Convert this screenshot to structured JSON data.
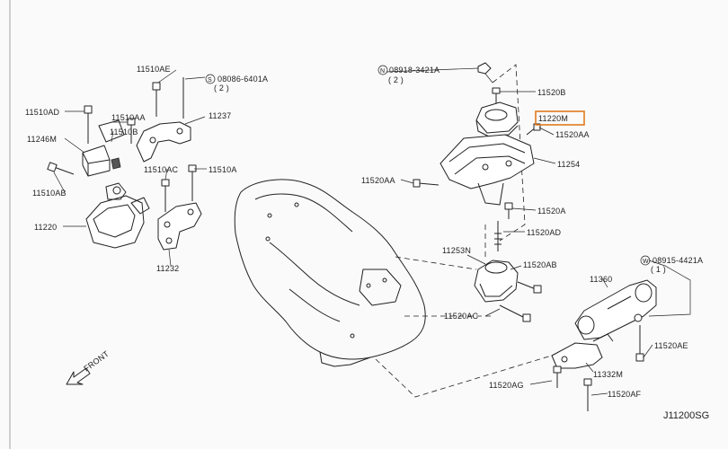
{
  "diagram": {
    "code": "J11200SG",
    "front_label": "FRONT",
    "highlight_color": "#e07a1e",
    "labels": {
      "p11510AE": "11510AE",
      "p08086": "08086-6401A",
      "p08086_qty": "( 2 )",
      "p11510AD": "11510AD",
      "p11510AA": "11510AA",
      "p11237": "11237",
      "p11246M": "11246M",
      "p11510B": "11510B",
      "p11510AB": "11510AB",
      "p11510AC": "11510AC",
      "p11510A": "11510A",
      "p11220": "11220",
      "p11232": "11232",
      "p08918": "08918-3421A",
      "p08918_qty": "( 2 )",
      "p11520B": "11520B",
      "p11220M": "11220M",
      "p11520AA_a": "11520AA",
      "p11254": "11254",
      "p11520AA_b": "11520AA",
      "p11520A": "11520A",
      "p11520AD": "11520AD",
      "p11253N": "11253N",
      "p11520AB": "11520AB",
      "p11520AC": "11520AC",
      "p11360": "11360",
      "p08915": "08915-4421A",
      "p08915_qty": "( 1 )",
      "p11520AE": "11520AE",
      "p11332M": "11332M",
      "p11520AG": "11520AG",
      "p11520AF": "11520AF"
    }
  }
}
